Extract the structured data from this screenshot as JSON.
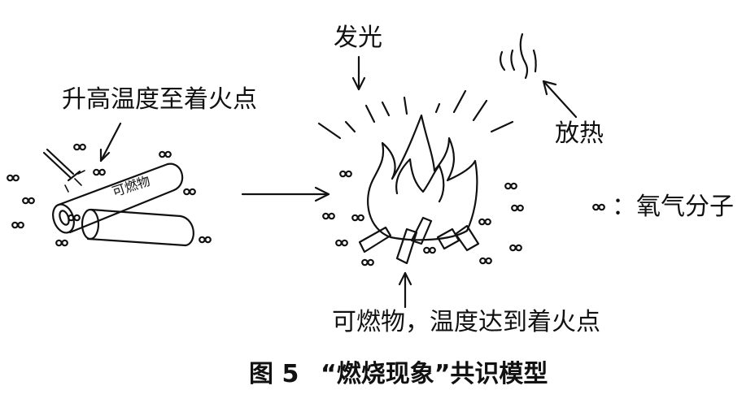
{
  "labels": {
    "raise_temp": "升高温度至着火点",
    "light": "发光",
    "heat": "放热",
    "oxygen": "：氧气分子",
    "burning": "可燃物，温度达到着火点",
    "log_text": "可燃物"
  },
  "caption": {
    "fig": "图 5",
    "title": "“燃烧现象”共识模型"
  }
}
